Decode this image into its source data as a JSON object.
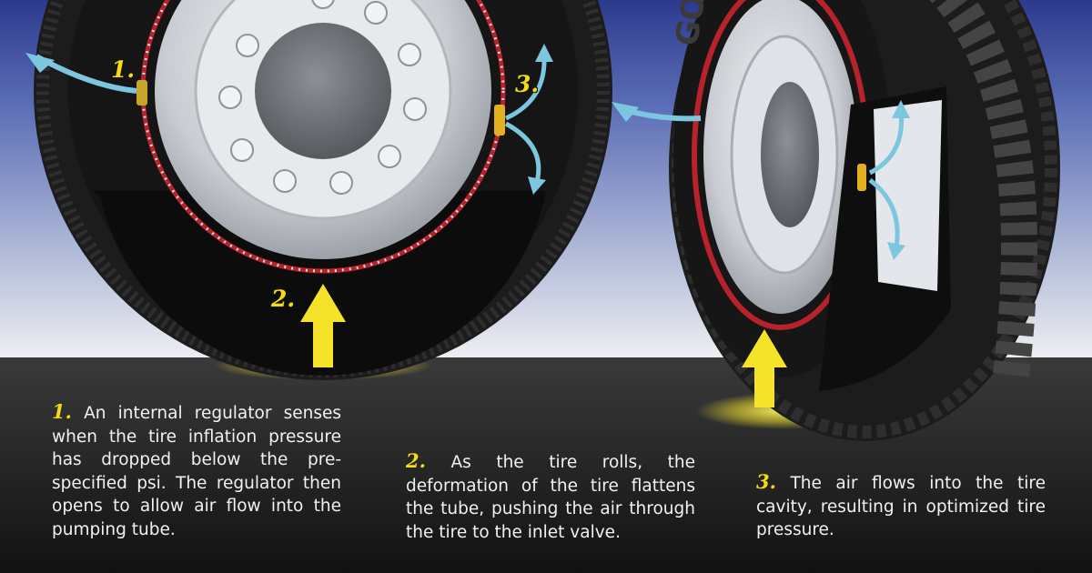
{
  "diagram": {
    "callouts": [
      "1.",
      "2.",
      "3."
    ],
    "brand_text": "GO",
    "colors": {
      "sky_top": "#2c3a8e",
      "road": "#2a2a2a",
      "tire": "#1c1c1c",
      "rim": "#d4d7dc",
      "pump_tube": "#b8222a",
      "air_arrow": "#7cc6e0",
      "force_arrow": "#f5e32a",
      "label": "#f3dc12"
    }
  },
  "steps": [
    {
      "number": "1.",
      "text": "An internal regulator senses when the tire inflation pressure has dropped below the pre-specified psi. The regulator then opens to allow air flow into the pumping tube."
    },
    {
      "number": "2.",
      "text": "As the tire rolls, the deformation of the tire flattens the tube, pushing the air through the tire to the inlet valve."
    },
    {
      "number": "3.",
      "text": "The air flows into the tire cavity, resulting in optimized tire pressure."
    }
  ]
}
